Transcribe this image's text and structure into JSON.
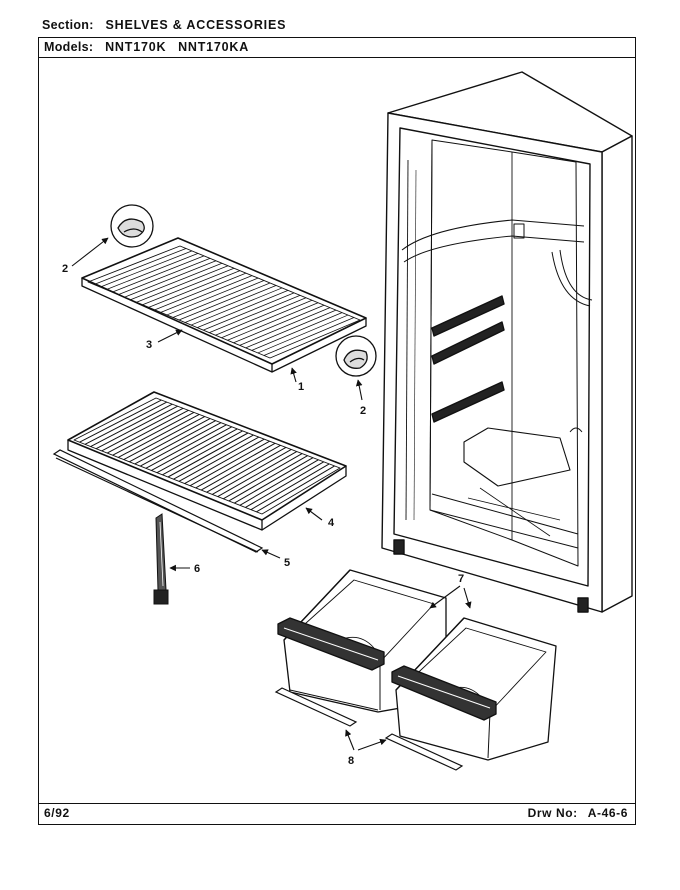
{
  "header": {
    "section_label": "Section:",
    "section_value": "SHELVES & ACCESSORIES",
    "models_label": "Models:",
    "models": [
      "NNT170K",
      "NNT170KA"
    ]
  },
  "footer": {
    "date_code": "6/92",
    "drawing_label": "Drw No:",
    "drawing_number": "A-46-6"
  },
  "callouts": {
    "c1": "1",
    "c2a": "2",
    "c2b": "2",
    "c3": "3",
    "c4": "4",
    "c5": "5",
    "c6": "6",
    "c7": "7",
    "c8": "8"
  }
}
